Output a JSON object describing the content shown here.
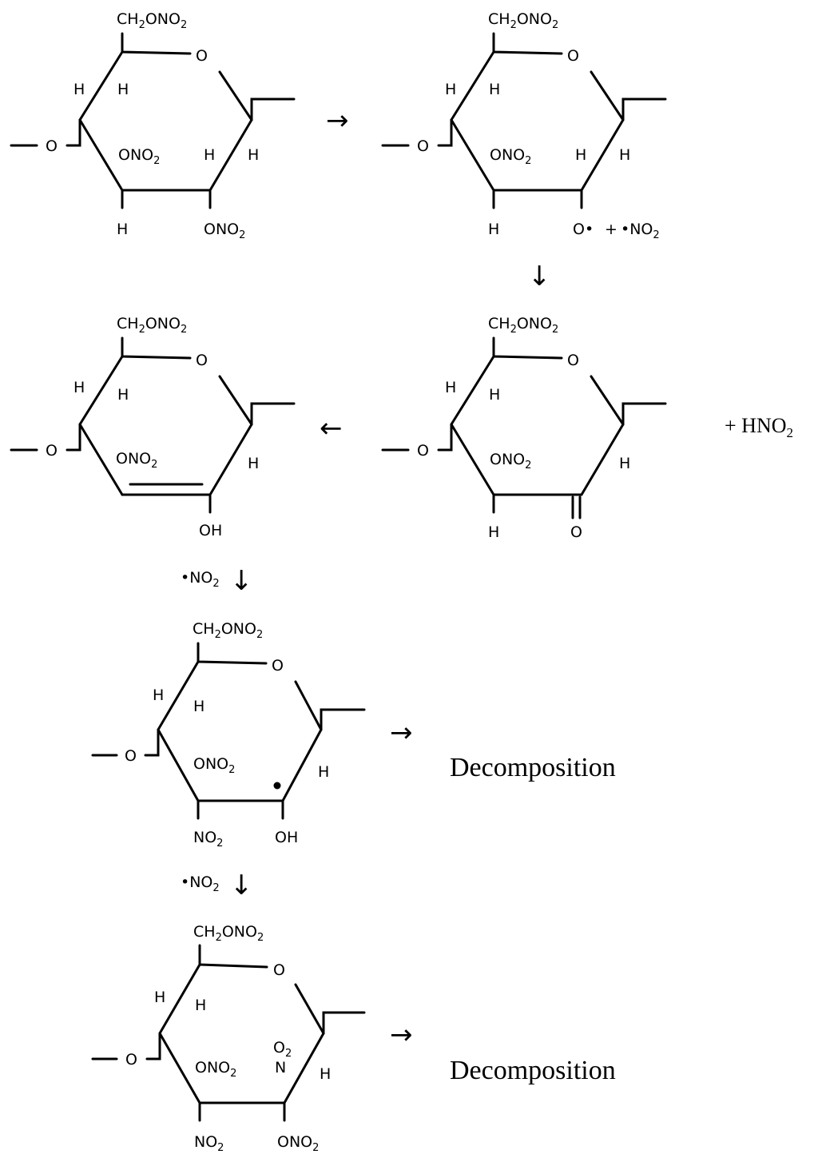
{
  "labels": {
    "ch2ono2": [
      "CH",
      "2",
      "ONO",
      "2"
    ],
    "ono2": [
      "ONO",
      "2"
    ],
    "no2": [
      "NO",
      "2"
    ],
    "no2_radical": [
      "•NO",
      "2"
    ],
    "o_radical": "O•",
    "plus": "+",
    "h": "H",
    "o": "O",
    "oh": "OH",
    "n": "N",
    "o2": [
      "O",
      "2"
    ],
    "hno2": [
      "+ HNO",
      "2"
    ],
    "decomposition": "Decomposition"
  },
  "arrows": {
    "right": "→",
    "left": "←",
    "down": "↓"
  }
}
